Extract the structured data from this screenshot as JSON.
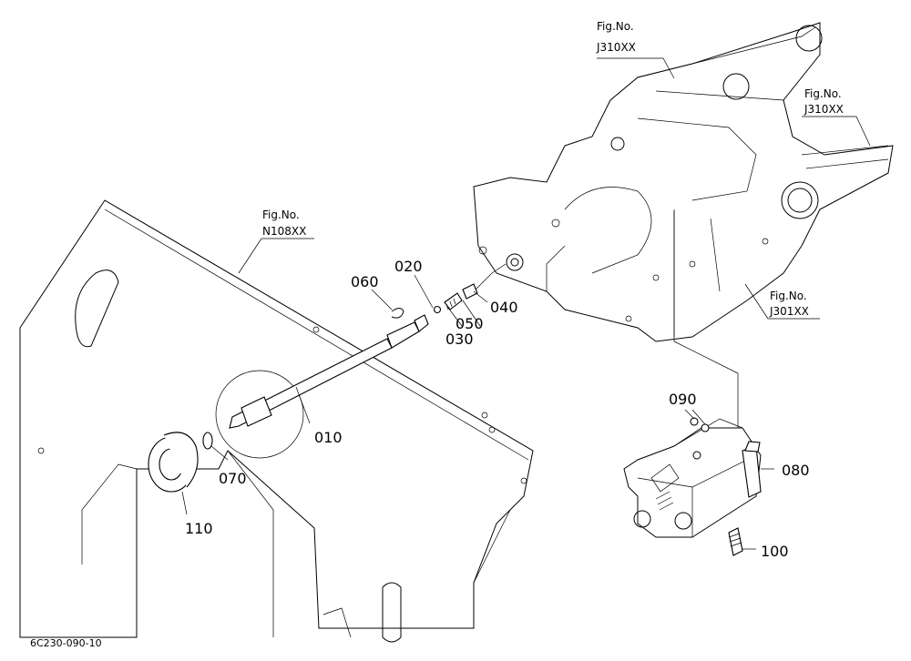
{
  "drawing_code": "6C230-090-10",
  "figure_refs": [
    {
      "id": "ref-top",
      "line1": "Fig.No.",
      "line2": "J310XX"
    },
    {
      "id": "ref-right",
      "line1": "Fig.No.",
      "line2": "J310XX"
    },
    {
      "id": "ref-left",
      "line1": "Fig.No.",
      "line2": "N108XX"
    },
    {
      "id": "ref-bottom",
      "line1": "Fig.No.",
      "line2": "J301XX"
    }
  ],
  "part_labels": [
    "010",
    "020",
    "030",
    "040",
    "050",
    "060",
    "070",
    "080",
    "090",
    "100",
    "110"
  ]
}
